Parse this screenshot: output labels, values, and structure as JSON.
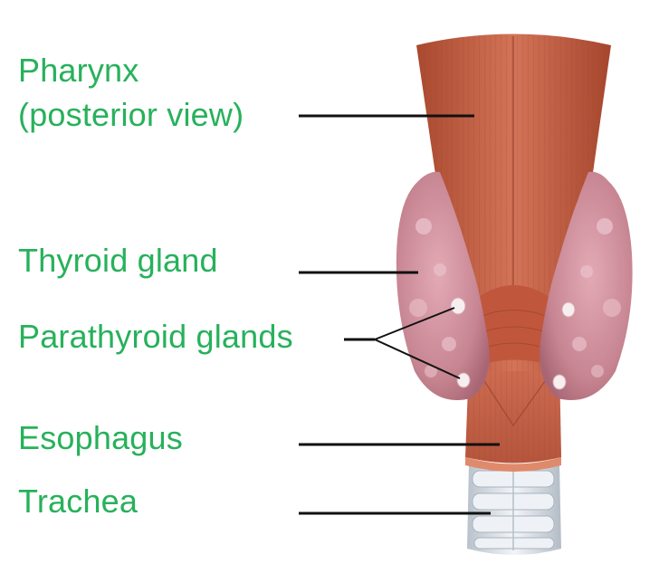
{
  "labels": {
    "pharynx_line1": "Pharynx",
    "pharynx_line2": "(posterior view)",
    "thyroid": "Thyroid gland",
    "parathyroid": "Parathyroid glands",
    "esophagus": "Esophagus",
    "trachea": "Trachea"
  },
  "colors": {
    "label_text": "#27b15b",
    "leader_line": "#111111",
    "muscle": "#c5644a",
    "muscle_dark": "#9c4330",
    "thyroid": "#c98a96",
    "thyroid_highlight": "#e6b8c1",
    "parathyroid": "#f3e3e6",
    "trachea": "#dde3ea"
  }
}
